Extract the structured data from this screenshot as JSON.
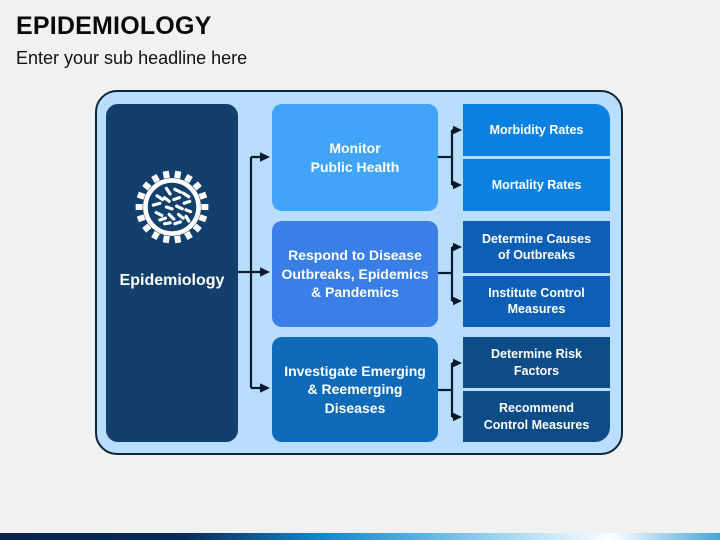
{
  "header": {
    "title": "EPIDEMIOLOGY",
    "subtitle": "Enter your sub headline here"
  },
  "diagram": {
    "root": {
      "label": "Epidemiology",
      "icon": "pathogen-icon"
    },
    "rows": [
      {
        "main": "Monitor\nPublic Health",
        "subs": [
          "Morbidity Rates",
          "Mortality Rates"
        ]
      },
      {
        "main": "Respond to Disease\nOutbreaks, Epidemics\n& Pandemics",
        "subs": [
          "Determine Causes\nof Outbreaks",
          "Institute Control\nMeasures"
        ]
      },
      {
        "main": "Investigate Emerging\n& Reemerging\nDiseases",
        "subs": [
          "Determine Risk\nFactors",
          "Recommend\nControl Measures"
        ]
      }
    ]
  },
  "colors": {
    "canvas_background": "#F1F1F2",
    "container_background": "#B9DDFC",
    "container_border": "#0E2438",
    "root_panel": "#123F6B",
    "main_boxes": [
      "#41A4F8",
      "#3A7FE8",
      "#0F6ABA"
    ],
    "sub_boxes": [
      "#0A80E0",
      "#0C5FB4",
      "#0D4C87"
    ],
    "connector": "#0B1B2E",
    "text_on_boxes": "#FFFFFF",
    "footer_gradient": [
      "#0A2450",
      "#1184CC",
      "#53B1E7",
      "#FDFEFF",
      "#42A5DC"
    ]
  }
}
